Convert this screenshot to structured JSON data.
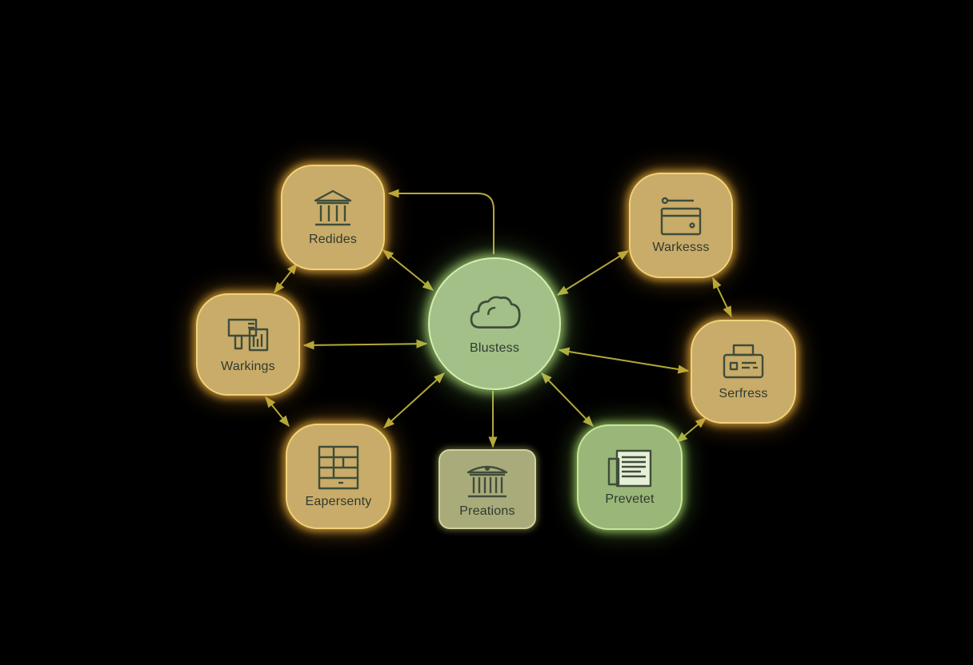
{
  "diagram": {
    "colors": {
      "background": "#000000",
      "edge": "#b5a93a",
      "orange_fill": "#c9ac6a",
      "orange_glow": "#ebaf3c",
      "green_fill": "#9ab679",
      "icon_stroke": "#3f4d3a"
    },
    "nodes": {
      "hub": {
        "label": "Blustess",
        "icon": "cloud-icon"
      },
      "redides": {
        "label": "Redides",
        "icon": "bank-icon"
      },
      "warkings": {
        "label": "Warkings",
        "icon": "sign-document-icon"
      },
      "eapersenty": {
        "label": "Eapersenty",
        "icon": "grid-panel-icon"
      },
      "preations": {
        "label": "Preations",
        "icon": "bank-icon"
      },
      "prevetet": {
        "label": "Prevetet",
        "icon": "document-icon"
      },
      "serfress": {
        "label": "Serfress",
        "icon": "printer-icon"
      },
      "warkesss": {
        "label": "Warkesss",
        "icon": "card-key-icon"
      }
    },
    "edges": [
      {
        "from": "hub",
        "to": "redides",
        "style": "elbow"
      },
      {
        "from": "hub",
        "to": "redides",
        "style": "bidirectional"
      },
      {
        "from": "hub",
        "to": "warkings",
        "style": "bidirectional"
      },
      {
        "from": "hub",
        "to": "eapersenty",
        "style": "bidirectional"
      },
      {
        "from": "hub",
        "to": "preations",
        "style": "arrow"
      },
      {
        "from": "hub",
        "to": "prevetet",
        "style": "bidirectional"
      },
      {
        "from": "hub",
        "to": "serfress",
        "style": "bidirectional"
      },
      {
        "from": "hub",
        "to": "warkesss",
        "style": "bidirectional"
      },
      {
        "from": "redides",
        "to": "warkings",
        "style": "bidirectional"
      },
      {
        "from": "warkings",
        "to": "eapersenty",
        "style": "bidirectional"
      },
      {
        "from": "warkesss",
        "to": "serfress",
        "style": "bidirectional"
      },
      {
        "from": "serfress",
        "to": "prevetet",
        "style": "bidirectional"
      }
    ]
  }
}
